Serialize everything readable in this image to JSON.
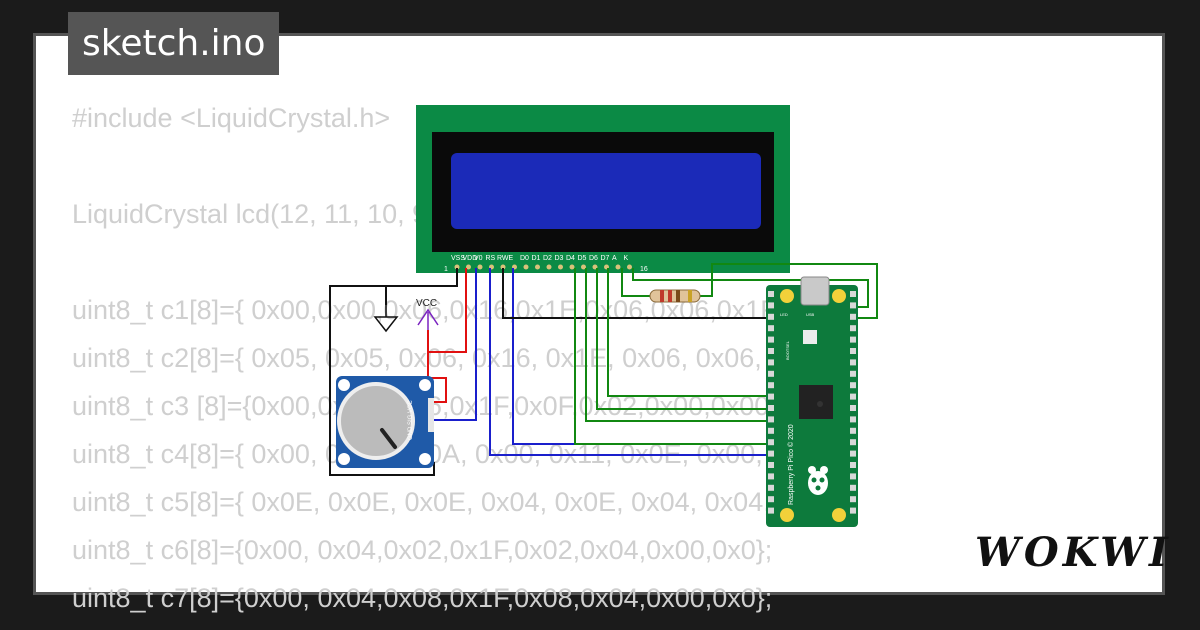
{
  "title": "sketch.ino",
  "code_lines": [
    "#include <LiquidCrystal.h>",
    "",
    "LiquidCrystal lcd(12, 11, 10, 9, 8, 7);",
    "",
    "uint8_t c1[8]={ 0x00,0x00,0x06,0x16,0x1E,0x06,0x06,0x1F};",
    "uint8_t c2[8]={ 0x05, 0x05, 0x06, 0x16, 0x1E, 0x06, 0x06, 0x1F};",
    "uint8_t c3 [8]={0x00,0x00,0x16,0x1F,0x0F,0x02,0x00,0x00};",
    "uint8_t c4[8]={ 0x00, 0x00, 0x0A, 0x00, 0x11, 0x0E, 0x00, 0x00};",
    "uint8_t c5[8]={ 0x0E, 0x0E, 0x0E, 0x04, 0x0E, 0x04, 0x04, 0x0A};",
    "uint8_t c6[8]={0x00, 0x04,0x02,0x1F,0x02,0x04,0x00,0x0};",
    "uint8_t c7[8]={0x00, 0x04,0x08,0x1F,0x08,0x04,0x00,0x0};"
  ],
  "lcd": {
    "pin_labels": [
      "VSS",
      "VDD",
      "V0",
      "RS",
      "RW",
      "E",
      "D0",
      "D1",
      "D2",
      "D3",
      "D4",
      "D5",
      "D6",
      "D7",
      "A",
      "K"
    ],
    "pin_first": "1",
    "pin_last": "16",
    "board_color": "#0b8a45",
    "screen_color": "#1b2ab8"
  },
  "vcc_label": "VCC",
  "pico": {
    "brand_text": "Raspberry Pi Pico © 2020",
    "usb_label": "USB",
    "led_label": "LED",
    "bootsel_label": "BOOTSEL"
  },
  "pot_labels": "GND SIG VCC",
  "logo_text": "WOKWI",
  "wire_colors": {
    "gnd": "#111111",
    "vcc": "#e11010",
    "signal": "#1a1fcc",
    "data": "#118811"
  }
}
